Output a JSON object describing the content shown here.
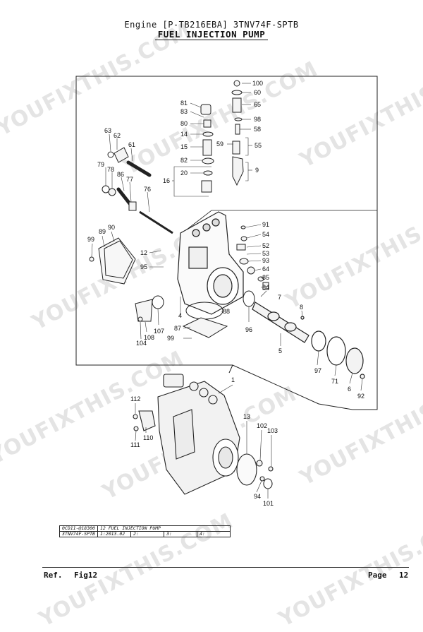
{
  "header": {
    "line1": "Engine [P-TB216EBA]  3TNV74F-SPTB",
    "line2": "FUEL INJECTION PUMP"
  },
  "watermark": "YOUFIXTHIS.COM",
  "labels": {
    "p100": "100",
    "p60": "60",
    "p65": "65",
    "p98": "98",
    "p58": "58",
    "p55": "55",
    "p59": "59",
    "p9": "9",
    "p81": "81",
    "p83": "83",
    "p80": "80",
    "p14": "14",
    "p15": "15",
    "p82": "82",
    "p20": "20",
    "p16": "16",
    "p63": "63",
    "p62": "62",
    "p61": "61",
    "p79": "79",
    "p78": "78",
    "p86": "86",
    "p77": "77",
    "p76": "76",
    "p99a": "99",
    "p89": "89",
    "p90": "90",
    "p12": "12",
    "p95": "95",
    "p91": "91",
    "p54": "54",
    "p52": "52",
    "p53": "53",
    "p93": "93",
    "p64": "64",
    "p85": "85",
    "p84": "84",
    "p7": "7",
    "p88": "88",
    "p87": "87",
    "p99b": "99",
    "p4": "4",
    "p104": "104",
    "p108": "108",
    "p107": "107",
    "p96": "96",
    "p8": "8",
    "p5": "5",
    "p97": "97",
    "p71": "71",
    "p6": "6",
    "p92": "92",
    "p1": "1",
    "p112": "112",
    "p111": "111",
    "p110": "110",
    "p13": "13",
    "p102": "102",
    "p103": "103",
    "p94": "94",
    "p101": "101"
  },
  "info_table": {
    "row1_code": "0CD11-@18300",
    "row1_title": "12 FUEL INJECTION PUMP",
    "row2_model": "3TNV74F-SPTB",
    "row2_date": "1:2013.02",
    "row2_c2": "2:",
    "row2_c3": "3:",
    "row2_c4": "4:"
  },
  "footer": {
    "ref_label": "Ref.",
    "fig": "Fig12",
    "page_label": "Page",
    "page_number": "12"
  }
}
